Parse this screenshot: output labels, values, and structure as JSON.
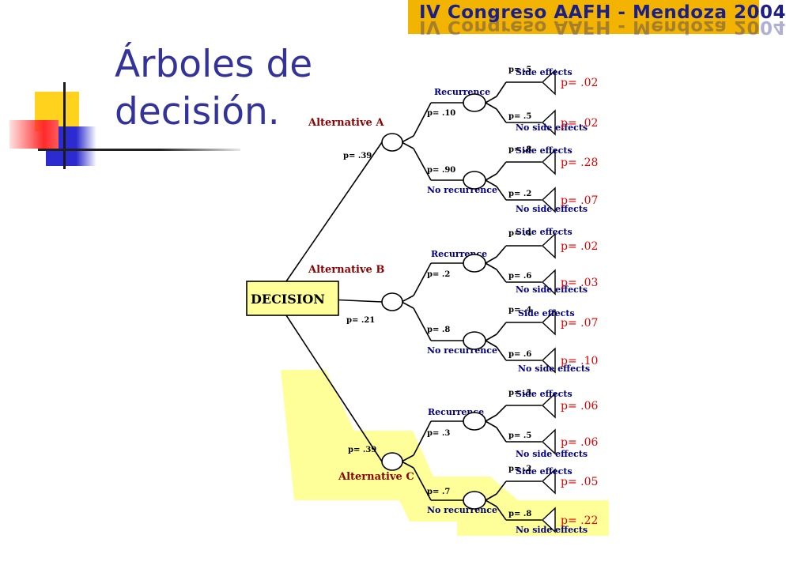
{
  "header": {
    "logo_text": "IV Congreso AAFH - Mendoza 2004"
  },
  "slide": {
    "title_line1": "Árboles de",
    "title_line2": "decisión."
  },
  "tree": {
    "decision_label": "DECISION",
    "alternatives": [
      {
        "label": "Alternative A",
        "prob": "p= .39",
        "highlight": false,
        "branches": [
          {
            "label": "Recurrence",
            "prob": "p= .10",
            "outcomes": [
              {
                "label": "Side effects",
                "prob": "p= .5",
                "result": "p= .02"
              },
              {
                "label": "No side effects",
                "prob": "p= .5",
                "result": "p= .02"
              }
            ]
          },
          {
            "label": "No recurrence",
            "prob": "p= .90",
            "outcomes": [
              {
                "label": "Side effects",
                "prob": "p= .8",
                "result": "p= .28"
              },
              {
                "label": "No side effects",
                "prob": "p= .2",
                "result": "p= .07"
              }
            ]
          }
        ]
      },
      {
        "label": "Alternative B",
        "prob": "p= .21",
        "highlight": false,
        "branches": [
          {
            "label": "Recurrence",
            "prob": "p= .2",
            "outcomes": [
              {
                "label": "Side effects",
                "prob": "p= .4",
                "result": "p= .02"
              },
              {
                "label": "No side effects",
                "prob": "p= .6",
                "result": "p= .03"
              }
            ]
          },
          {
            "label": "No recurrence",
            "prob": "p= .8",
            "outcomes": [
              {
                "label": "Side effects",
                "prob": "p= .4",
                "result": "p= .07"
              },
              {
                "label": "No side effects",
                "prob": "p= .6",
                "result": "p= .10"
              }
            ]
          }
        ]
      },
      {
        "label": "Alternative C",
        "prob": "p= .39",
        "highlight": true,
        "branches": [
          {
            "label": "Recurrence",
            "prob": "p= .3",
            "outcomes": [
              {
                "label": "Side effects",
                "prob": "p= .5",
                "result": "p= .06"
              },
              {
                "label": "No side effects",
                "prob": "p= .5",
                "result": "p= .06"
              }
            ]
          },
          {
            "label": "No recurrence",
            "prob": "p= .7",
            "outcomes": [
              {
                "label": "Side effects",
                "prob": "p= .2",
                "result": "p= .05"
              },
              {
                "label": "No side effects",
                "prob": "p= .8",
                "result": "p= .22"
              }
            ]
          }
        ]
      }
    ]
  },
  "colors": {
    "title": "#33339a",
    "logo_bg": "#f2b400",
    "logo_text": "#1c1f85",
    "alternative_label": "#8b0000",
    "branch_label": "#000080",
    "outcome_prob": "#e00000",
    "decision_box": "#ffff99",
    "highlight": "#ffff99"
  }
}
